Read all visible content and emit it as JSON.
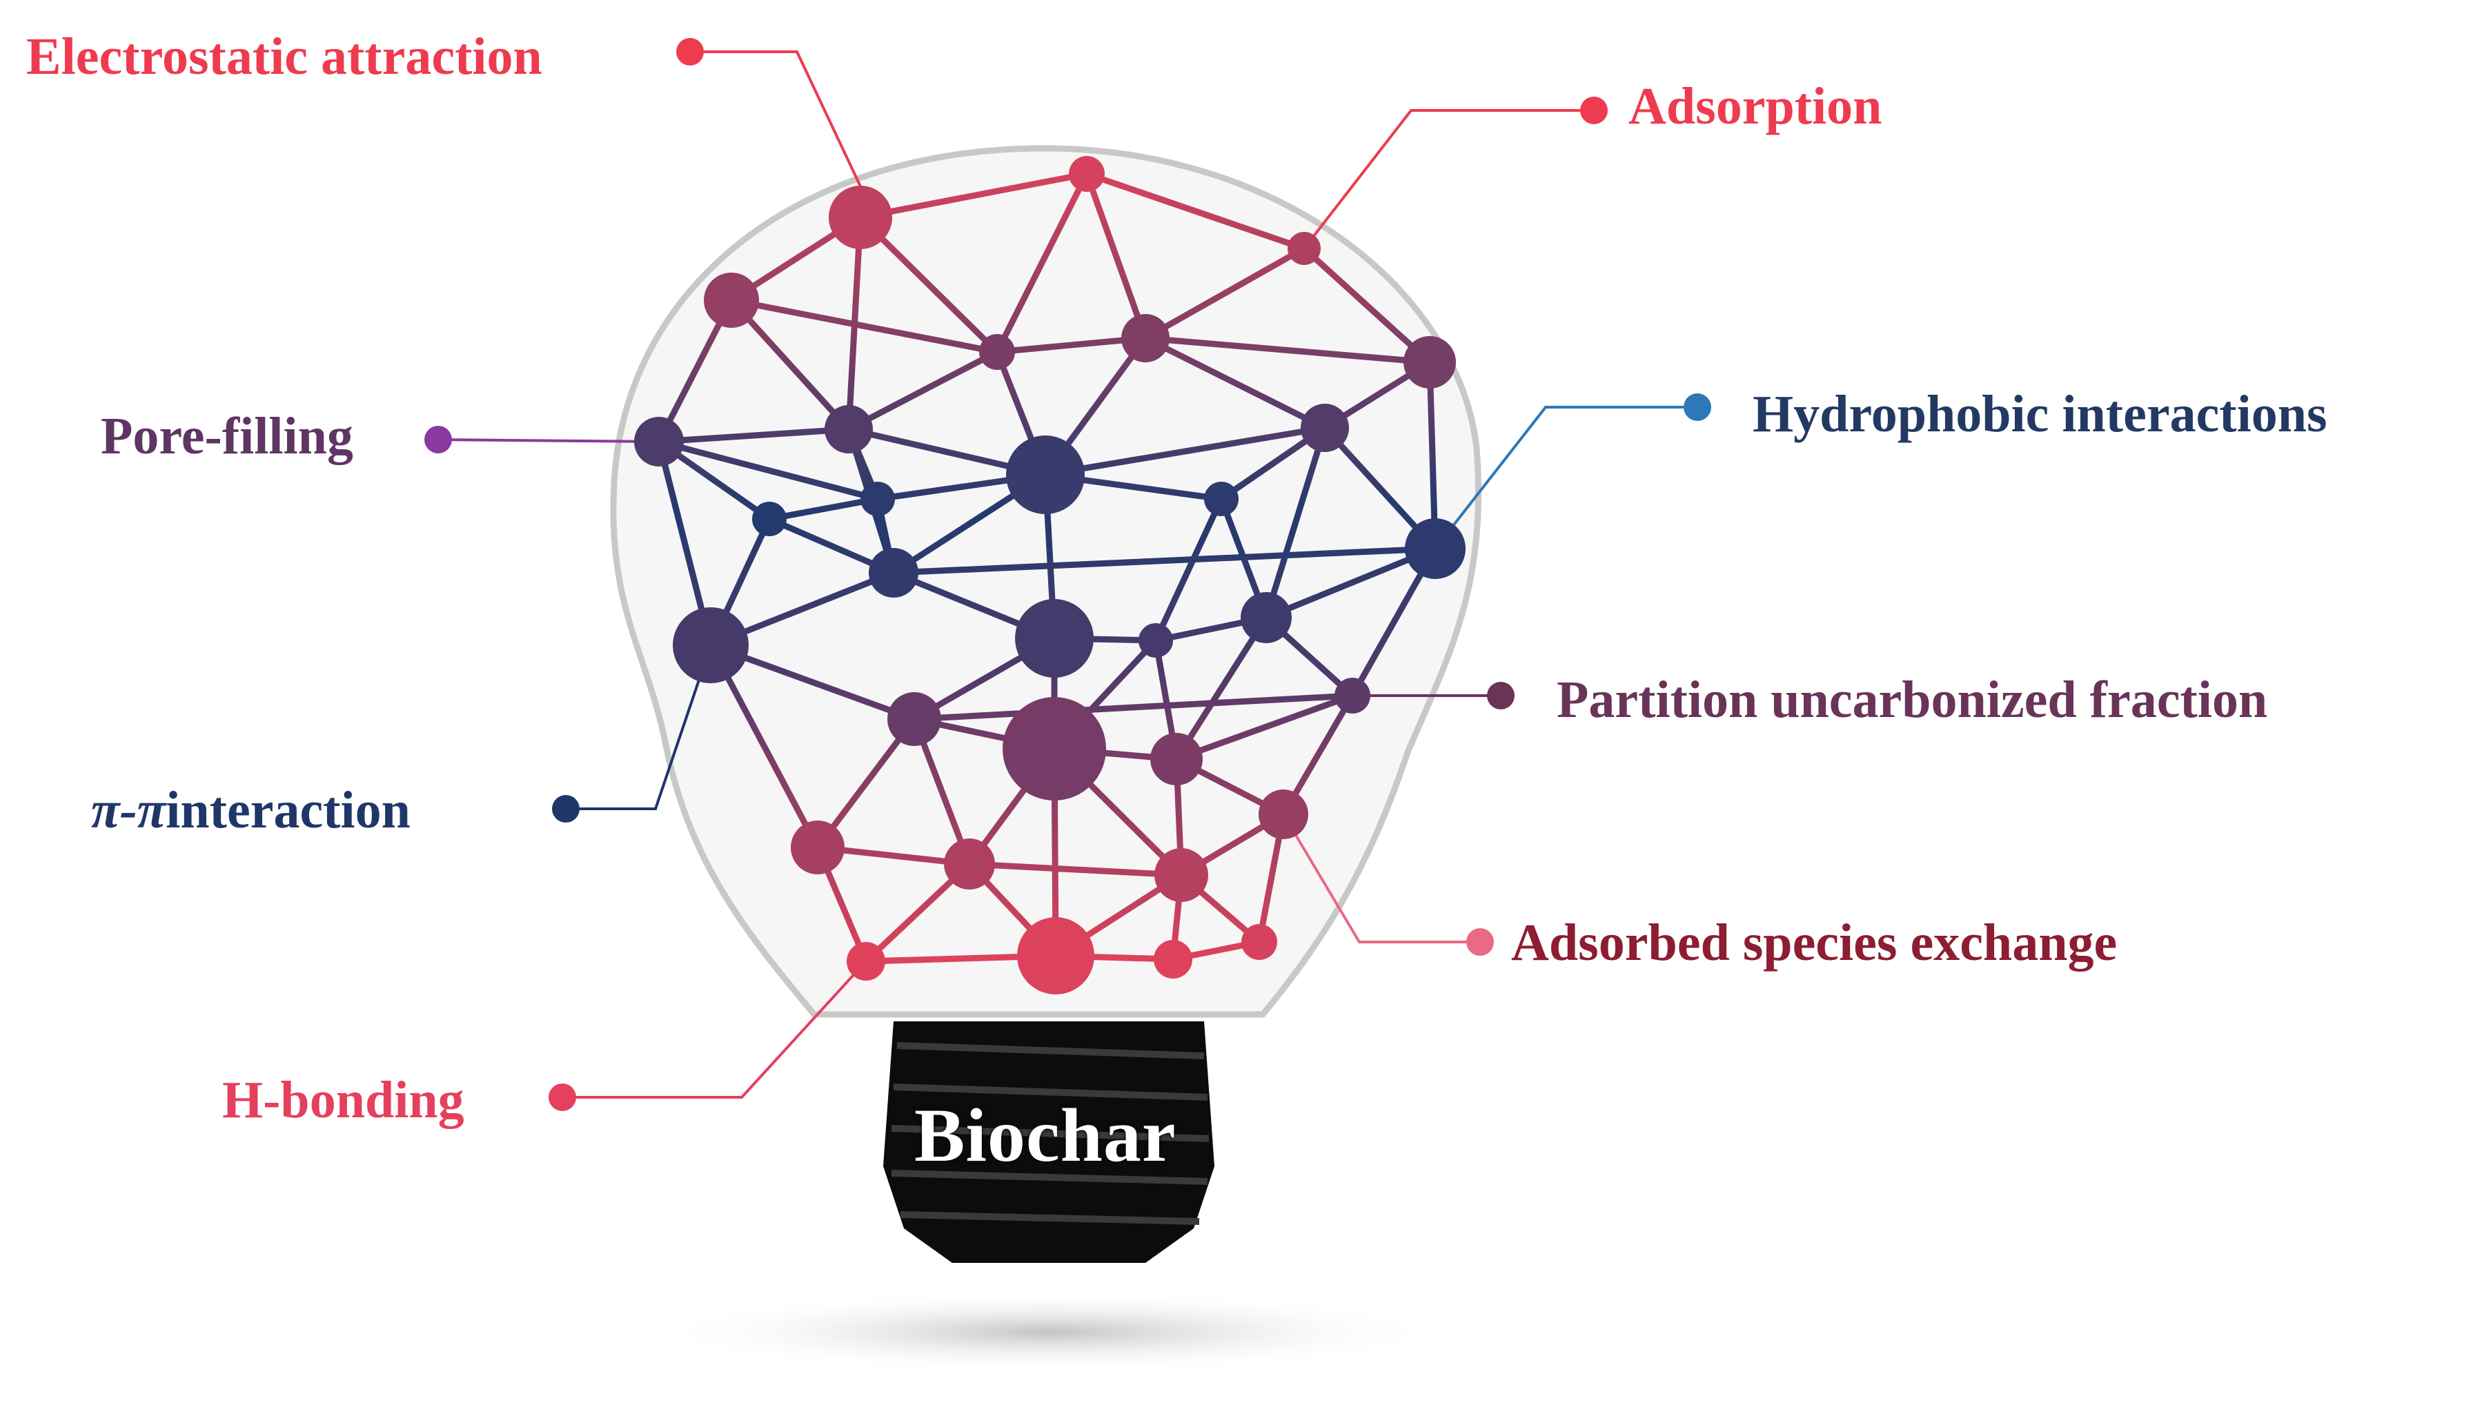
{
  "diagram": {
    "center_label": "Biochar",
    "labels": {
      "electrostatic": "Electrostatic attraction",
      "adsorption": "Adsorption",
      "pore_filling": "Pore-filling",
      "hydrophobic": "Hydrophobic interactions",
      "partition": "Partition uncarbonized fraction",
      "pi_pi_symbol": "π-π",
      "pi_pi_text": "interaction",
      "exchange": "Adsorbed species exchange",
      "h_bonding": "H-bonding"
    }
  },
  "colors": {
    "electrostatic": "#ee3b4f",
    "adsorption": "#ee3b4f",
    "pore_filling": "#5e3563",
    "hydrophobic": "#223a63",
    "partition": "#6a3459",
    "pi_pi": "#1f3768",
    "exchange": "#8c1d33",
    "h_bonding": "#e5405e",
    "network_top": "#f0435a",
    "network_mid": "#233a6e",
    "bulb_outline": "#c8c8c8",
    "base": "#0c0c0c"
  }
}
